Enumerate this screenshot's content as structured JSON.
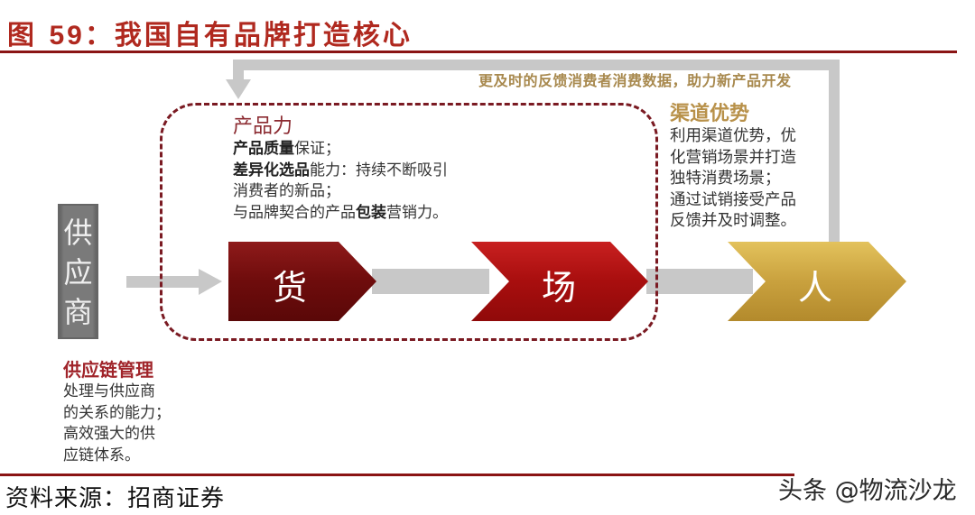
{
  "header": {
    "figure_prefix": "图",
    "figure_number": "59",
    "title": "：我国自有品牌打造核心"
  },
  "feedback_loop": {
    "label": "更及时的反馈消费者消费数据，助力新产品开发",
    "color": "#c8c8c8"
  },
  "supplier_node": {
    "label_chars": [
      "供",
      "应",
      "商"
    ],
    "color": "#707070"
  },
  "chevrons": [
    {
      "id": "goods",
      "label": "货",
      "color": "#7a0f0f"
    },
    {
      "id": "venue",
      "label": "场",
      "color": "#b01010"
    },
    {
      "id": "people",
      "label": "人",
      "color": "#caa444"
    }
  ],
  "product_power": {
    "title": "产品力",
    "lines": [
      {
        "bold": "产品质量",
        "normal": "保证；",
        "prefix": ""
      },
      {
        "bold": "差异化选品",
        "normal": "能力：持续不断吸引",
        "prefix": ""
      },
      {
        "bold": "",
        "normal": "消费者的新品；",
        "prefix": ""
      },
      {
        "prefix": "与品牌契合的产品",
        "bold": "包装",
        "normal": "营销力。"
      }
    ]
  },
  "channel_advantage": {
    "title": "渠道优势",
    "lines": [
      "利用渠道优势，优",
      "化营销场景并打造",
      "独特消费场景；",
      "通过试销接受产品",
      "反馈并及时调整。"
    ]
  },
  "supply_chain": {
    "title": "供应链管理",
    "lines": [
      "处理与供应商",
      "的关系的能力；",
      "高效强大的供",
      "应链体系。"
    ]
  },
  "footer": {
    "source": "资料来源：招商证券",
    "watermark": "头条 @物流沙龙"
  },
  "colors": {
    "title_red": "#b0291f",
    "rule": "#8a1414",
    "dash_border": "#7a1a22",
    "gold_text": "#b8914a",
    "arrow_gray": "#c8c8c8"
  }
}
